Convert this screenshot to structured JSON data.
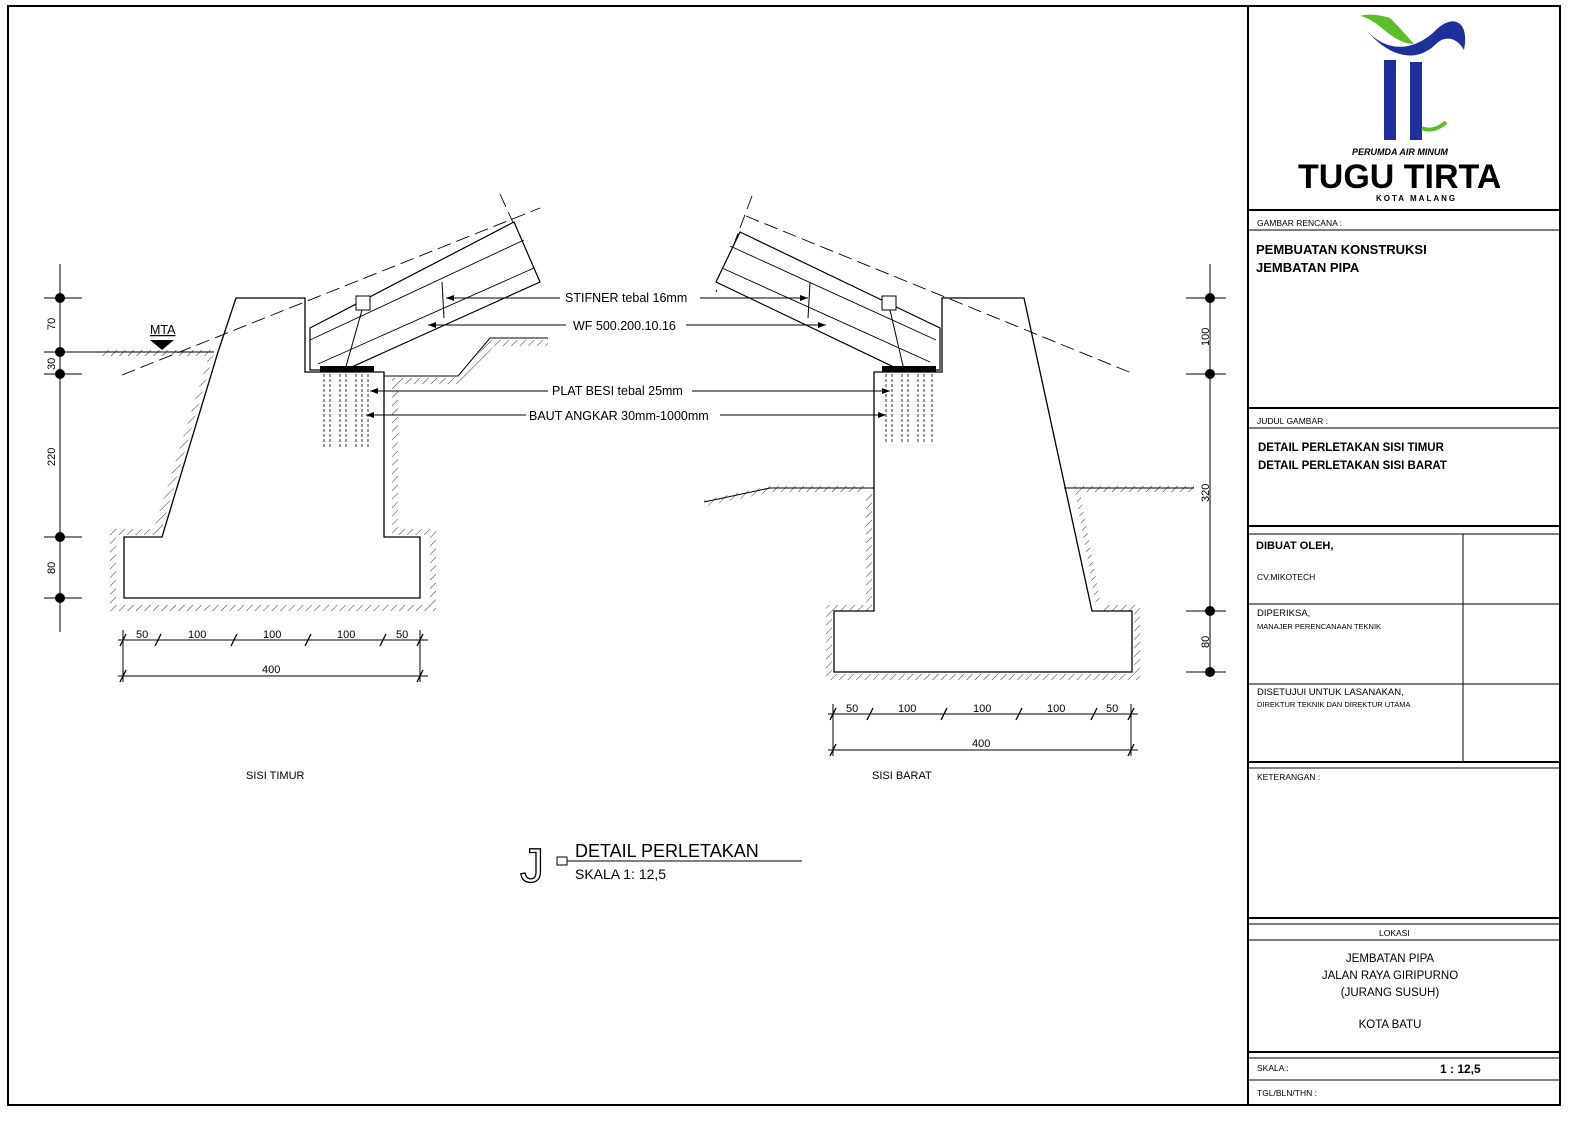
{
  "logo": {
    "org_top": "PERUMDA AIR MINUM",
    "org_name": "TUGU TIRTA",
    "org_city": "KOTA MALANG",
    "colors": {
      "blue": "#1f2f9c",
      "green": "#5cbf2a"
    }
  },
  "callouts": {
    "stiffener": "STIFNER tebal 16mm",
    "wf": "WF 500.200.10.16",
    "plate": "PLAT BESI tebal 25mm",
    "anchor": "BAUT ANGKAR 30mm-1000mm"
  },
  "east": {
    "label": "SISI TIMUR",
    "mta": "MTA",
    "vdims": [
      "70",
      "30",
      "220",
      "80"
    ],
    "hdims": [
      "50",
      "100",
      "100",
      "100",
      "50"
    ],
    "total": "400"
  },
  "west": {
    "label": "SISI BARAT",
    "vdims": [
      "100",
      "320",
      "80"
    ],
    "hdims": [
      "50",
      "100",
      "100",
      "100",
      "50"
    ],
    "total": "400"
  },
  "detail": {
    "mark": "J",
    "title": "DETAIL PERLETAKAN",
    "scale": "SKALA 1: 12,5"
  },
  "title_block": {
    "gambar_rencana_label": "GAMBAR RENCANA :",
    "project_line1": "PEMBUATAN KONSTRUKSI",
    "project_line2": "JEMBATAN PIPA",
    "judul_label": "JUDUL GAMBAR :",
    "judul_line1": "DETAIL PERLETAKAN SISI TIMUR",
    "judul_line2": "DETAIL PERLETAKAN SISI BARAT",
    "dibuat_label": "DIBUAT OLEH,",
    "dibuat_value": "CV.MIKOTECH",
    "diperiksa_label": "DIPERIKSA,",
    "diperiksa_value": "MANAJER PERENCANAAN TEKNIK",
    "disetujui_label": "DISETUJUI UNTUK LASANAKAN,",
    "disetujui_value": "DIREKTUR TEKNIK DAN DIREKTUR UTAMA",
    "keterangan_label": "KETERANGAN :",
    "lokasi_label": "LOKASI",
    "lokasi_line1": "JEMBATAN PIPA",
    "lokasi_line2": "JALAN RAYA GIRIPURNO",
    "lokasi_line3": "(JURANG SUSUH)",
    "lokasi_line4": "KOTA BATU",
    "skala_label": "SKALA :",
    "skala_value": "1 : 12,5",
    "tgl_label": "TGL/BLN/THN :"
  }
}
